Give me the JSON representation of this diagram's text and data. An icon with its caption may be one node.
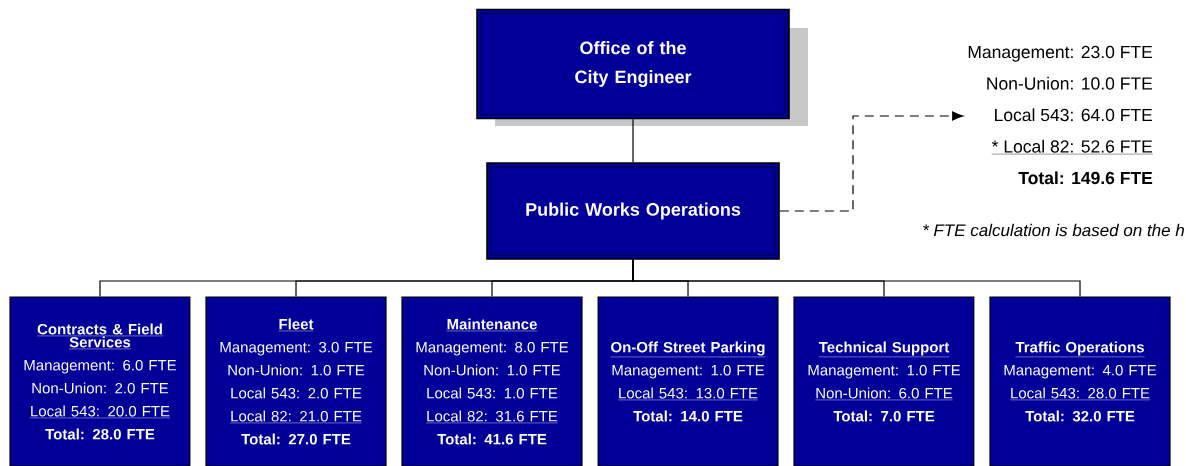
{
  "diagram": {
    "nodes": [
      {
        "text": [
          "Office of the City Engineer"
        ]
      },
      {
        "text": [
          "Public Works Operations"
        ]
      },
      {
        "text": [
          "Management: 23.0 FTE",
          "Non-Union: 10.0 FTE",
          "Local 543: 64.0 FTE",
          "* Local 82:  52.6 FTE",
          "Total: 149.6 FTE"
        ]
      },
      {
        "text": [
          "Contracts & Field Services",
          "Management: 6.0 FTE",
          "Non-Union: 2.0 FTE",
          "Local 543:  20.0 FTE",
          "Total:  28.0 FTE"
        ]
      },
      {
        "text": [
          "Fleet",
          "Management: 3.0 FTE",
          "Non-Union: 1.0 FTE",
          "Local 543: 2.0 FTE",
          "Local 82:  21.0 FTE",
          "Total:  27.0 FTE"
        ]
      },
      {
        "text": [
          "Maintenance",
          "Management: 8.0 FTE",
          "Non-Union: 1.0 FTE",
          "Local 543: 1.0 FTE",
          "Local 82:  31.6 FTE",
          "Total: 41.6 FTE"
        ]
      },
      {
        "text": [
          "On-Off Street Parking",
          "Management:  1.0 FTE",
          "Local 543:  13.0 FTE",
          "Total:  14.0 FTE"
        ]
      },
      {
        "text": [
          "Technical Support",
          "Management: 1.0 FTE",
          "Non-Union:  6.0 FTE",
          "Total: 7.0 FTE"
        ]
      },
      {
        "text": [
          "Traffic Operations",
          "Management:  4.0 FTE",
          "Local 543:  28.0 FTE",
          "Total:  32.0 FTE"
        ]
      }
    ],
    "edges": [
      {
        "from": 0,
        "to": 1,
        "arrow": "none"
      },
      {
        "from": 1,
        "to": 2,
        "arrow": "to",
        "style": "dashed"
      },
      {
        "from": 1,
        "to": 3,
        "arrow": "none"
      },
      {
        "from": 1,
        "to": 4,
        "arrow": "none"
      },
      {
        "from": 1,
        "to": 5,
        "arrow": "none"
      },
      {
        "from": 1,
        "to": 6,
        "arrow": "none"
      },
      {
        "from": 1,
        "to": 7,
        "arrow": "none"
      },
      {
        "from": 1,
        "to": 8,
        "arrow": "none"
      }
    ],
    "labels": [
      "* FTE calculation is based on the h"
    ]
  }
}
